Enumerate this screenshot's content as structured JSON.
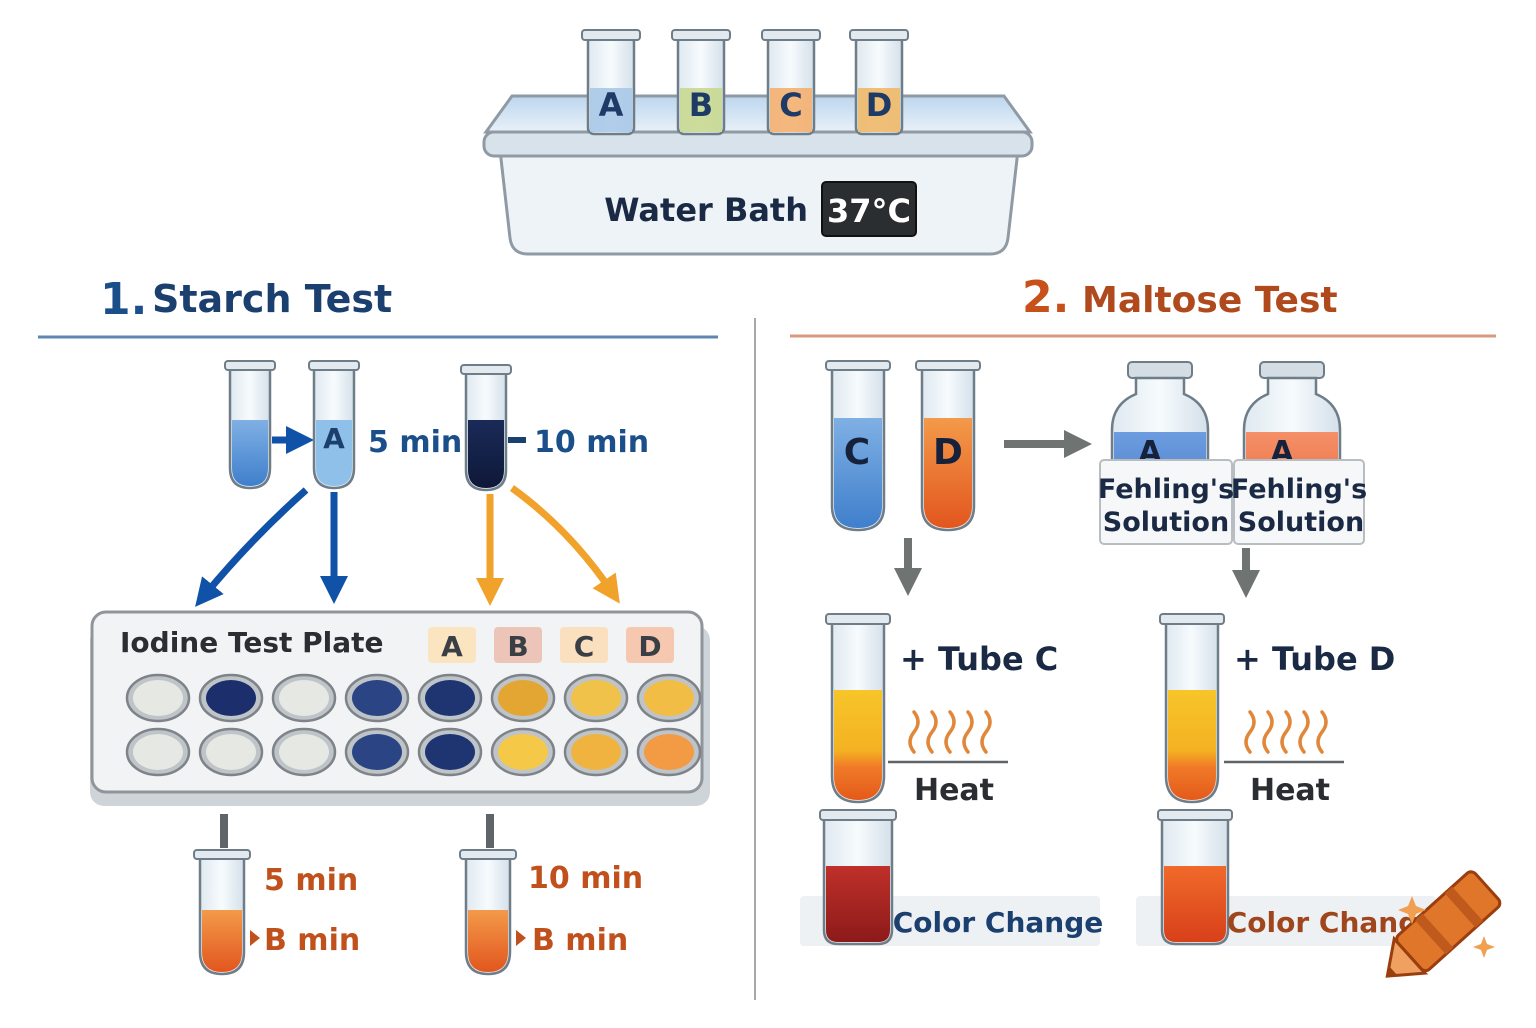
{
  "water_bath": {
    "label": "Water Bath",
    "temperature": "37°C",
    "tubes": [
      {
        "letter": "A",
        "color": "#a8c8e8"
      },
      {
        "letter": "B",
        "color": "#c8d890"
      },
      {
        "letter": "C",
        "color": "#f4b070"
      },
      {
        "letter": "D",
        "color": "#f0b868"
      }
    ]
  },
  "starch": {
    "number": "1.",
    "title": "Starch Test",
    "tube_letter": "A",
    "time_a": "5 min",
    "time_b": "10 min",
    "plate_title": "Iodine Test Plate",
    "plate_labels": [
      "A",
      "B",
      "C",
      "D"
    ],
    "well_rows": [
      [
        "#e6e8e4",
        "#1c2f6c",
        "#e6e8e4",
        "#2b4584",
        "#1f3572",
        "#e3a632",
        "#f1c24a",
        "#f2bd45"
      ],
      [
        "#e6e8e4",
        "#e6e8e4",
        "#e6e8e4",
        "#2b4584",
        "#1f3572",
        "#f6c848",
        "#f0b340",
        "#f29a44"
      ]
    ],
    "bottom_left_top": "5 min",
    "bottom_left_bottom": "B min",
    "bottom_right_top": "10 min",
    "bottom_right_bottom": "B min"
  },
  "maltose": {
    "number": "2.",
    "title": "Maltose Test",
    "tube_c": "C",
    "tube_d": "D",
    "bottle_letter": "A",
    "fehling_line1": "Fehling's",
    "fehling_line2": "Solution",
    "add_c": "+ Tube C",
    "add_d": "+ Tube D",
    "heat": "Heat",
    "color_change": "Color Change"
  },
  "colors": {
    "starch_accent": "#1b4f8a",
    "maltose_accent": "#c8501a",
    "blue_arrow": "#0f52a8",
    "orange_arrow": "#f0a22a",
    "gray_arrow": "#6f7472"
  }
}
